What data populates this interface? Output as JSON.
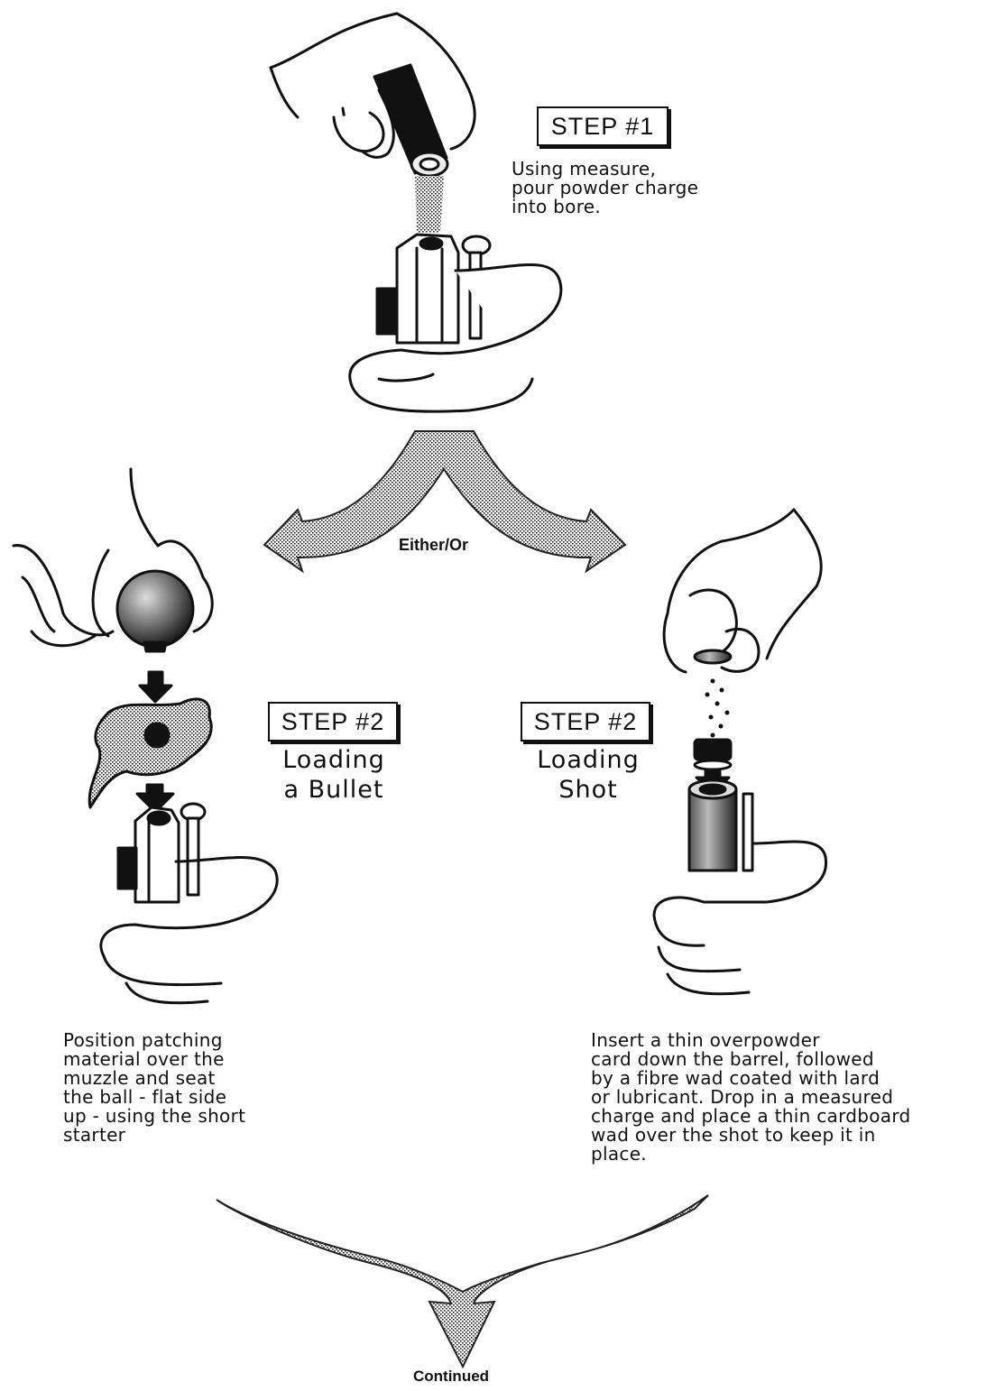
{
  "step1": {
    "label": "STEP #1",
    "text": "Using measure,\npour powder charge\ninto bore."
  },
  "branch_label": "Either/Or",
  "bullet": {
    "label": "STEP #2",
    "subtitle": "Loading\na Bullet",
    "text": "Position patching\nmaterial over the\nmuzzle and seat\nthe ball - flat side\nup - using the short\nstarter"
  },
  "shot": {
    "label": "STEP #2",
    "subtitle": "Loading\nShot",
    "text": "Insert a thin overpowder\ncard down the barrel, followed\nby a fibre wad coated with lard\nor lubricant. Drop in a measured\ncharge and place a thin cardboard\nwad over the shot to keep it in\nplace."
  },
  "footer": "Continued"
}
